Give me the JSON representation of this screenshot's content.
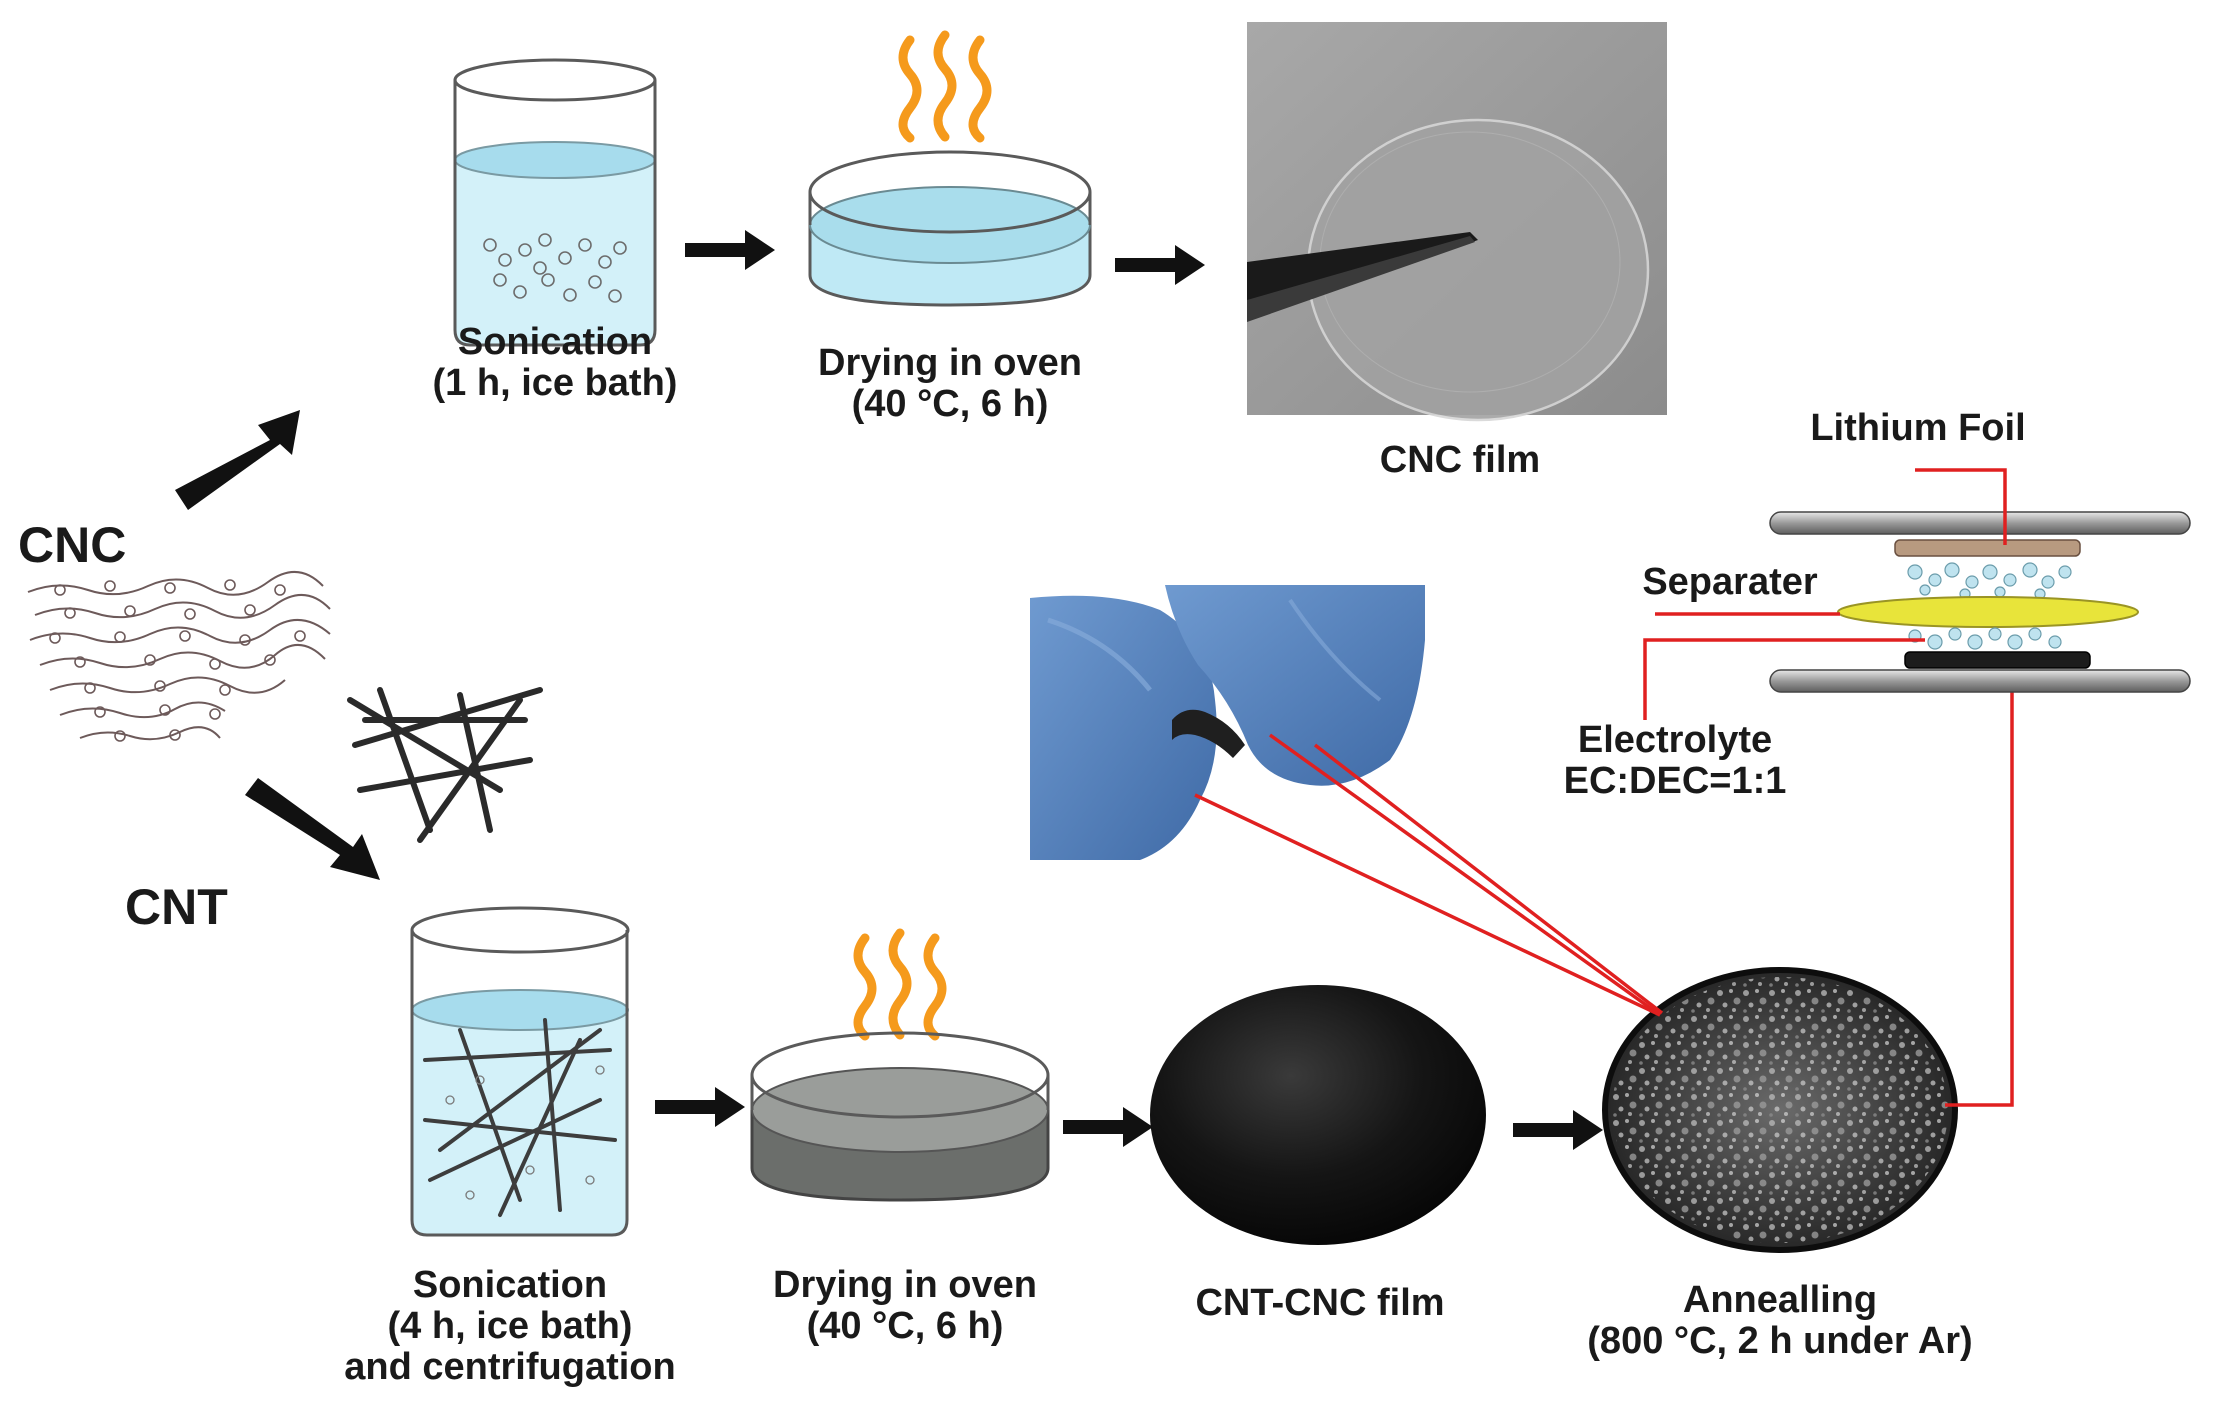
{
  "materials": {
    "cnc": "CNC",
    "cnt": "CNT"
  },
  "top_route": {
    "sonication": [
      "Sonication",
      "(1 h, ice bath)"
    ],
    "drying": [
      "Drying in oven",
      "(40 °C, 6 h)"
    ],
    "film": "CNC film"
  },
  "bottom_route": {
    "sonication": [
      "Sonication",
      "(4 h, ice bath)",
      "and centrifugation"
    ],
    "drying": [
      "Drying in oven",
      "(40 °C, 6 h)"
    ],
    "film": "CNT-CNC film",
    "annealing": [
      "Annealling",
      "(800 °C, 2 h under Ar)"
    ]
  },
  "cell": {
    "lithium_foil": "Lithium Foil",
    "separator": "Separater",
    "electrolyte": [
      "Electrolyte",
      "EC:DEC=1:1"
    ]
  },
  "colors": {
    "leader_line": "#e02020",
    "solution_blue": "#bfe9f5",
    "heat_wave": "#f59a1c",
    "glove_blue": "#5a86c0",
    "separator_yellow": "#e8e43a",
    "lithium_foil": "#b89a80",
    "arrow": "#111111"
  },
  "icons": {
    "arrow": "arrow-right-icon",
    "heat": "heat-waves-icon",
    "beaker": "beaker-icon",
    "dish": "petri-dish-icon",
    "tweezers": "tweezers-icon"
  }
}
